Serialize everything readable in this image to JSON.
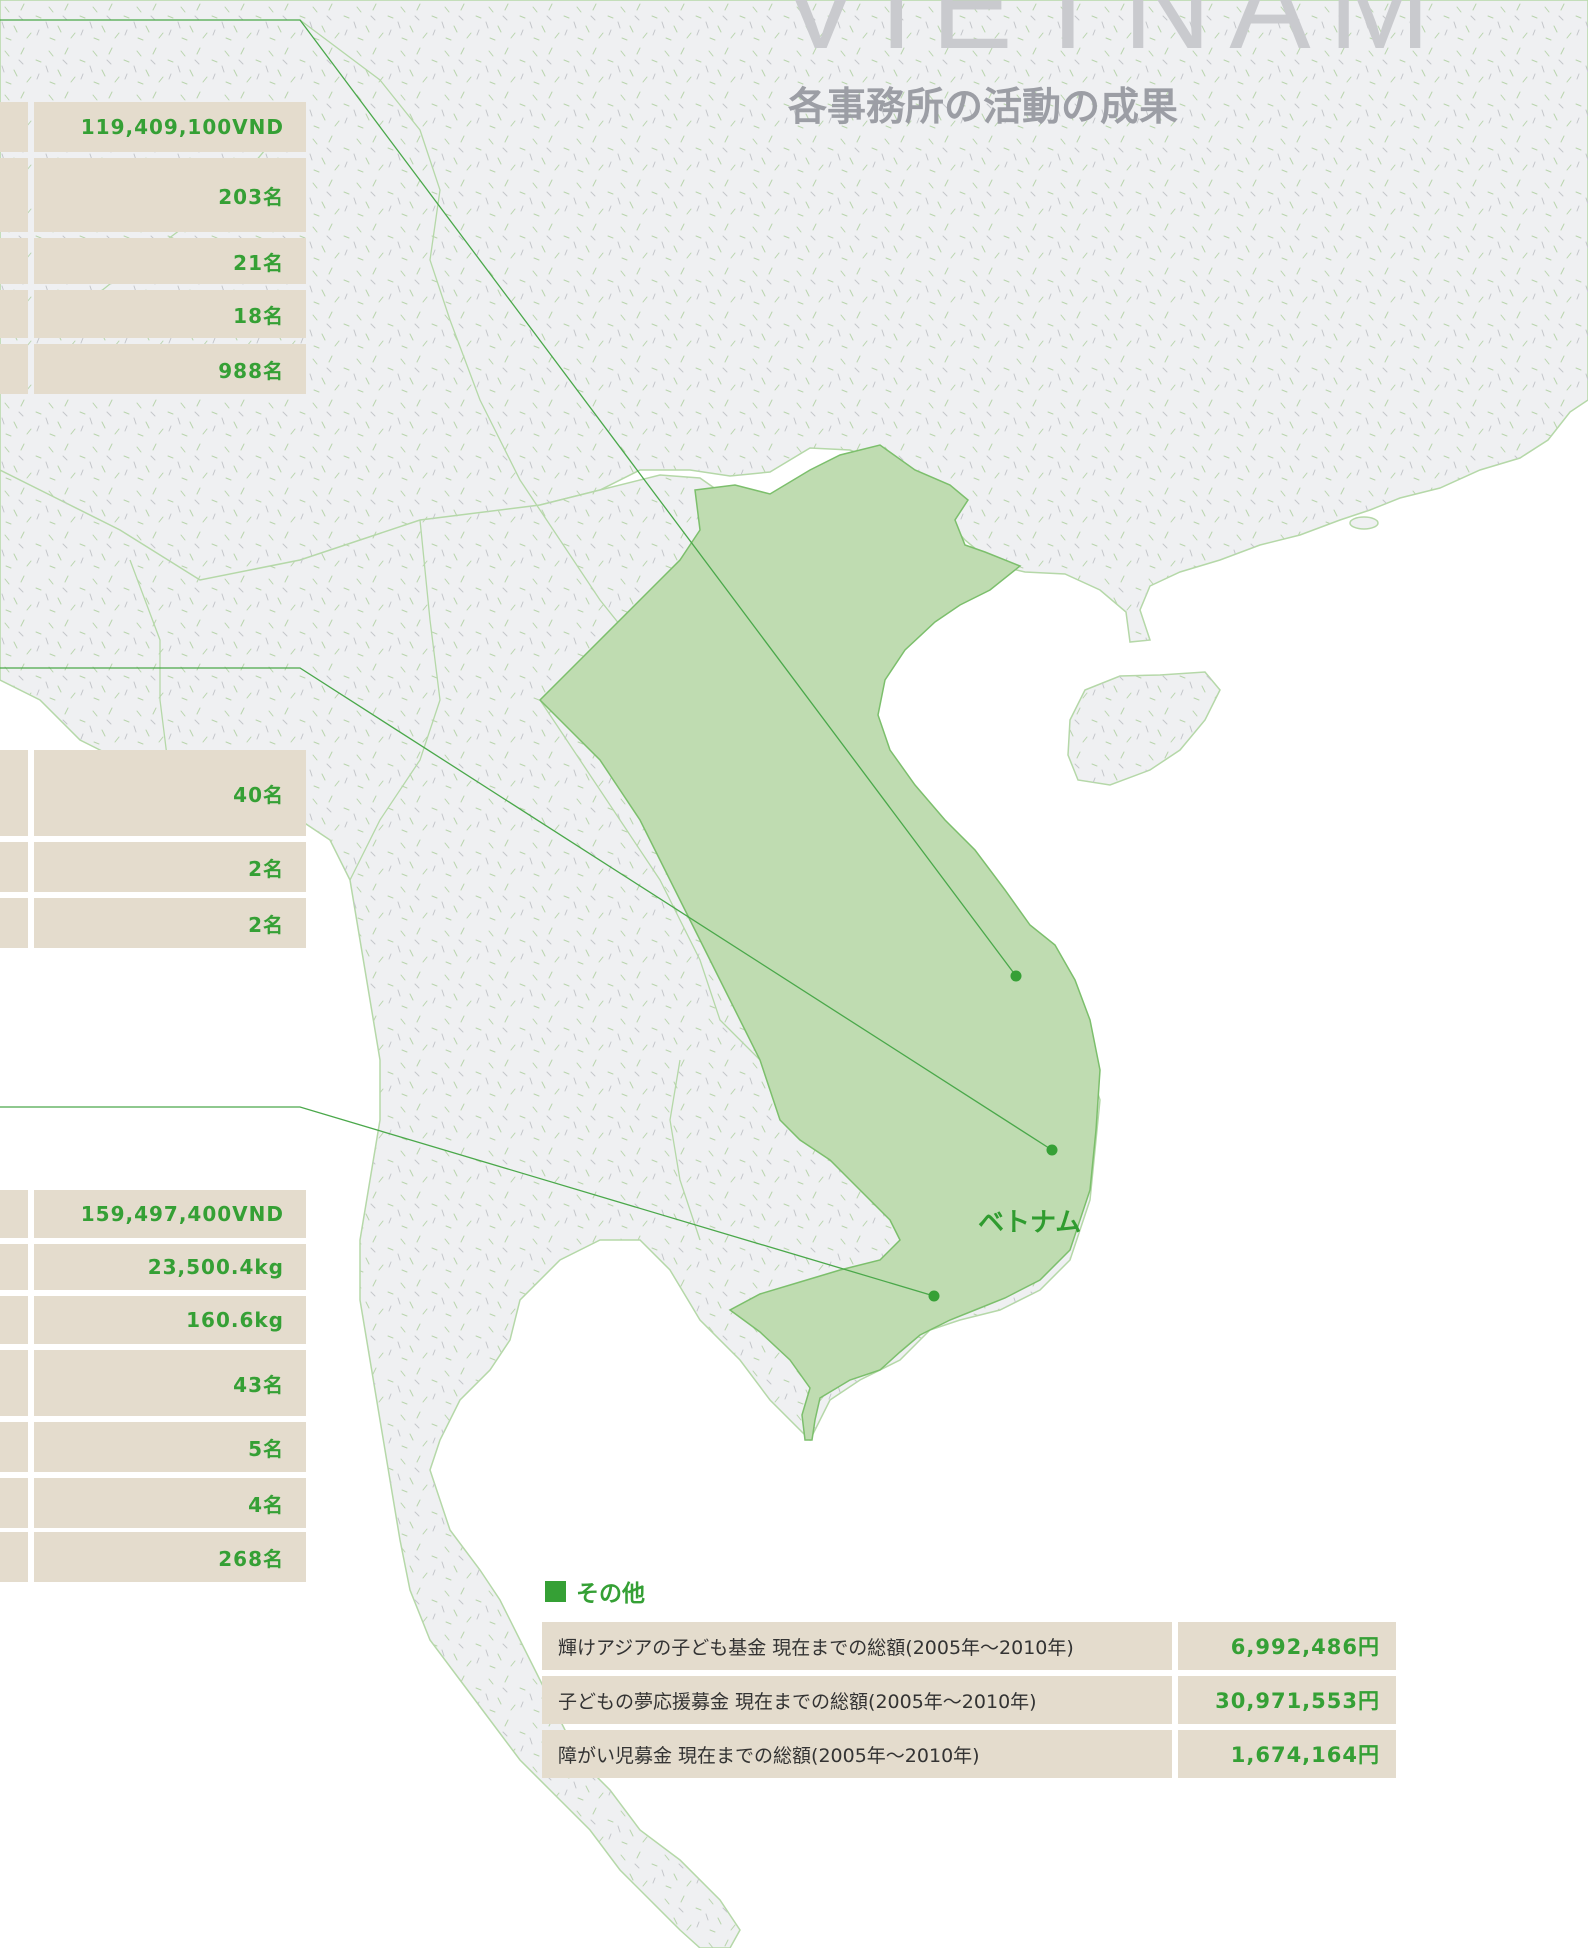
{
  "header": {
    "title": "VIETNAM",
    "subtitle": "各事務所の活動の成果"
  },
  "map": {
    "highlight_label": "ベトナム",
    "colors": {
      "land": "#eff0f2",
      "land_border": "#b5d8a8",
      "highlight": "#bfdcb1",
      "highlight_border": "#7cbf6c",
      "leader_line": "#4aa84a",
      "marker": "#36a036"
    }
  },
  "office_tables": [
    {
      "rows": [
        {
          "value": "119,409,100VND"
        },
        {
          "value": "203名"
        },
        {
          "value": "21名"
        },
        {
          "value": "18名"
        },
        {
          "value": "988名"
        }
      ]
    },
    {
      "rows": [
        {
          "value": "40名"
        },
        {
          "value": "2名"
        },
        {
          "value": "2名"
        }
      ]
    },
    {
      "rows": [
        {
          "value": "159,497,400VND"
        },
        {
          "value": "23,500.4kg"
        },
        {
          "value": "160.6kg"
        },
        {
          "value": "43名"
        },
        {
          "value": "5名"
        },
        {
          "value": "4名"
        },
        {
          "value": "268名"
        }
      ]
    }
  ],
  "other": {
    "heading": "その他",
    "rows": [
      {
        "label": "輝けアジアの子ども基金 現在までの総額(2005年〜2010年)",
        "value": "6,992,486円"
      },
      {
        "label": "子どもの夢応援募金 現在までの総額(2005年〜2010年)",
        "value": "30,971,553円"
      },
      {
        "label": "障がい児募金 現在までの総額(2005年〜2010年)",
        "value": "1,674,164円"
      }
    ]
  }
}
